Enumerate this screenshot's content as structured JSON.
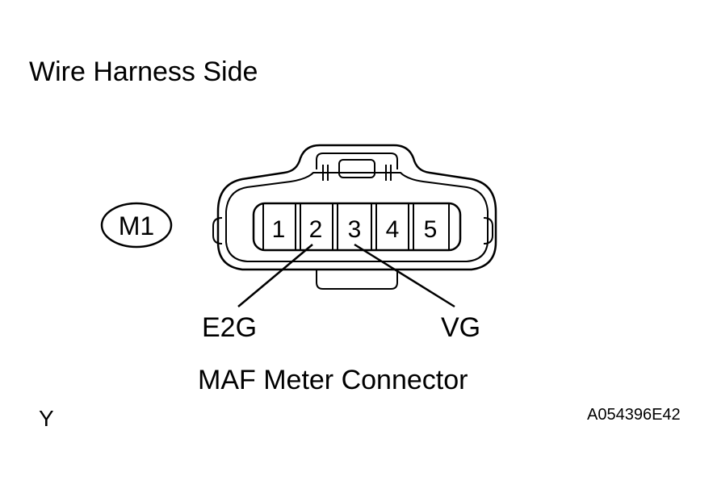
{
  "title": "Wire Harness Side",
  "connector_id": "M1",
  "pins": [
    "1",
    "2",
    "3",
    "4",
    "5"
  ],
  "callouts": [
    {
      "label": "E2G",
      "pin": "2"
    },
    {
      "label": "VG",
      "pin": "3"
    }
  ],
  "caption": "MAF Meter Connector",
  "connector_color_code": "Y",
  "figure_code": "A054396E42"
}
